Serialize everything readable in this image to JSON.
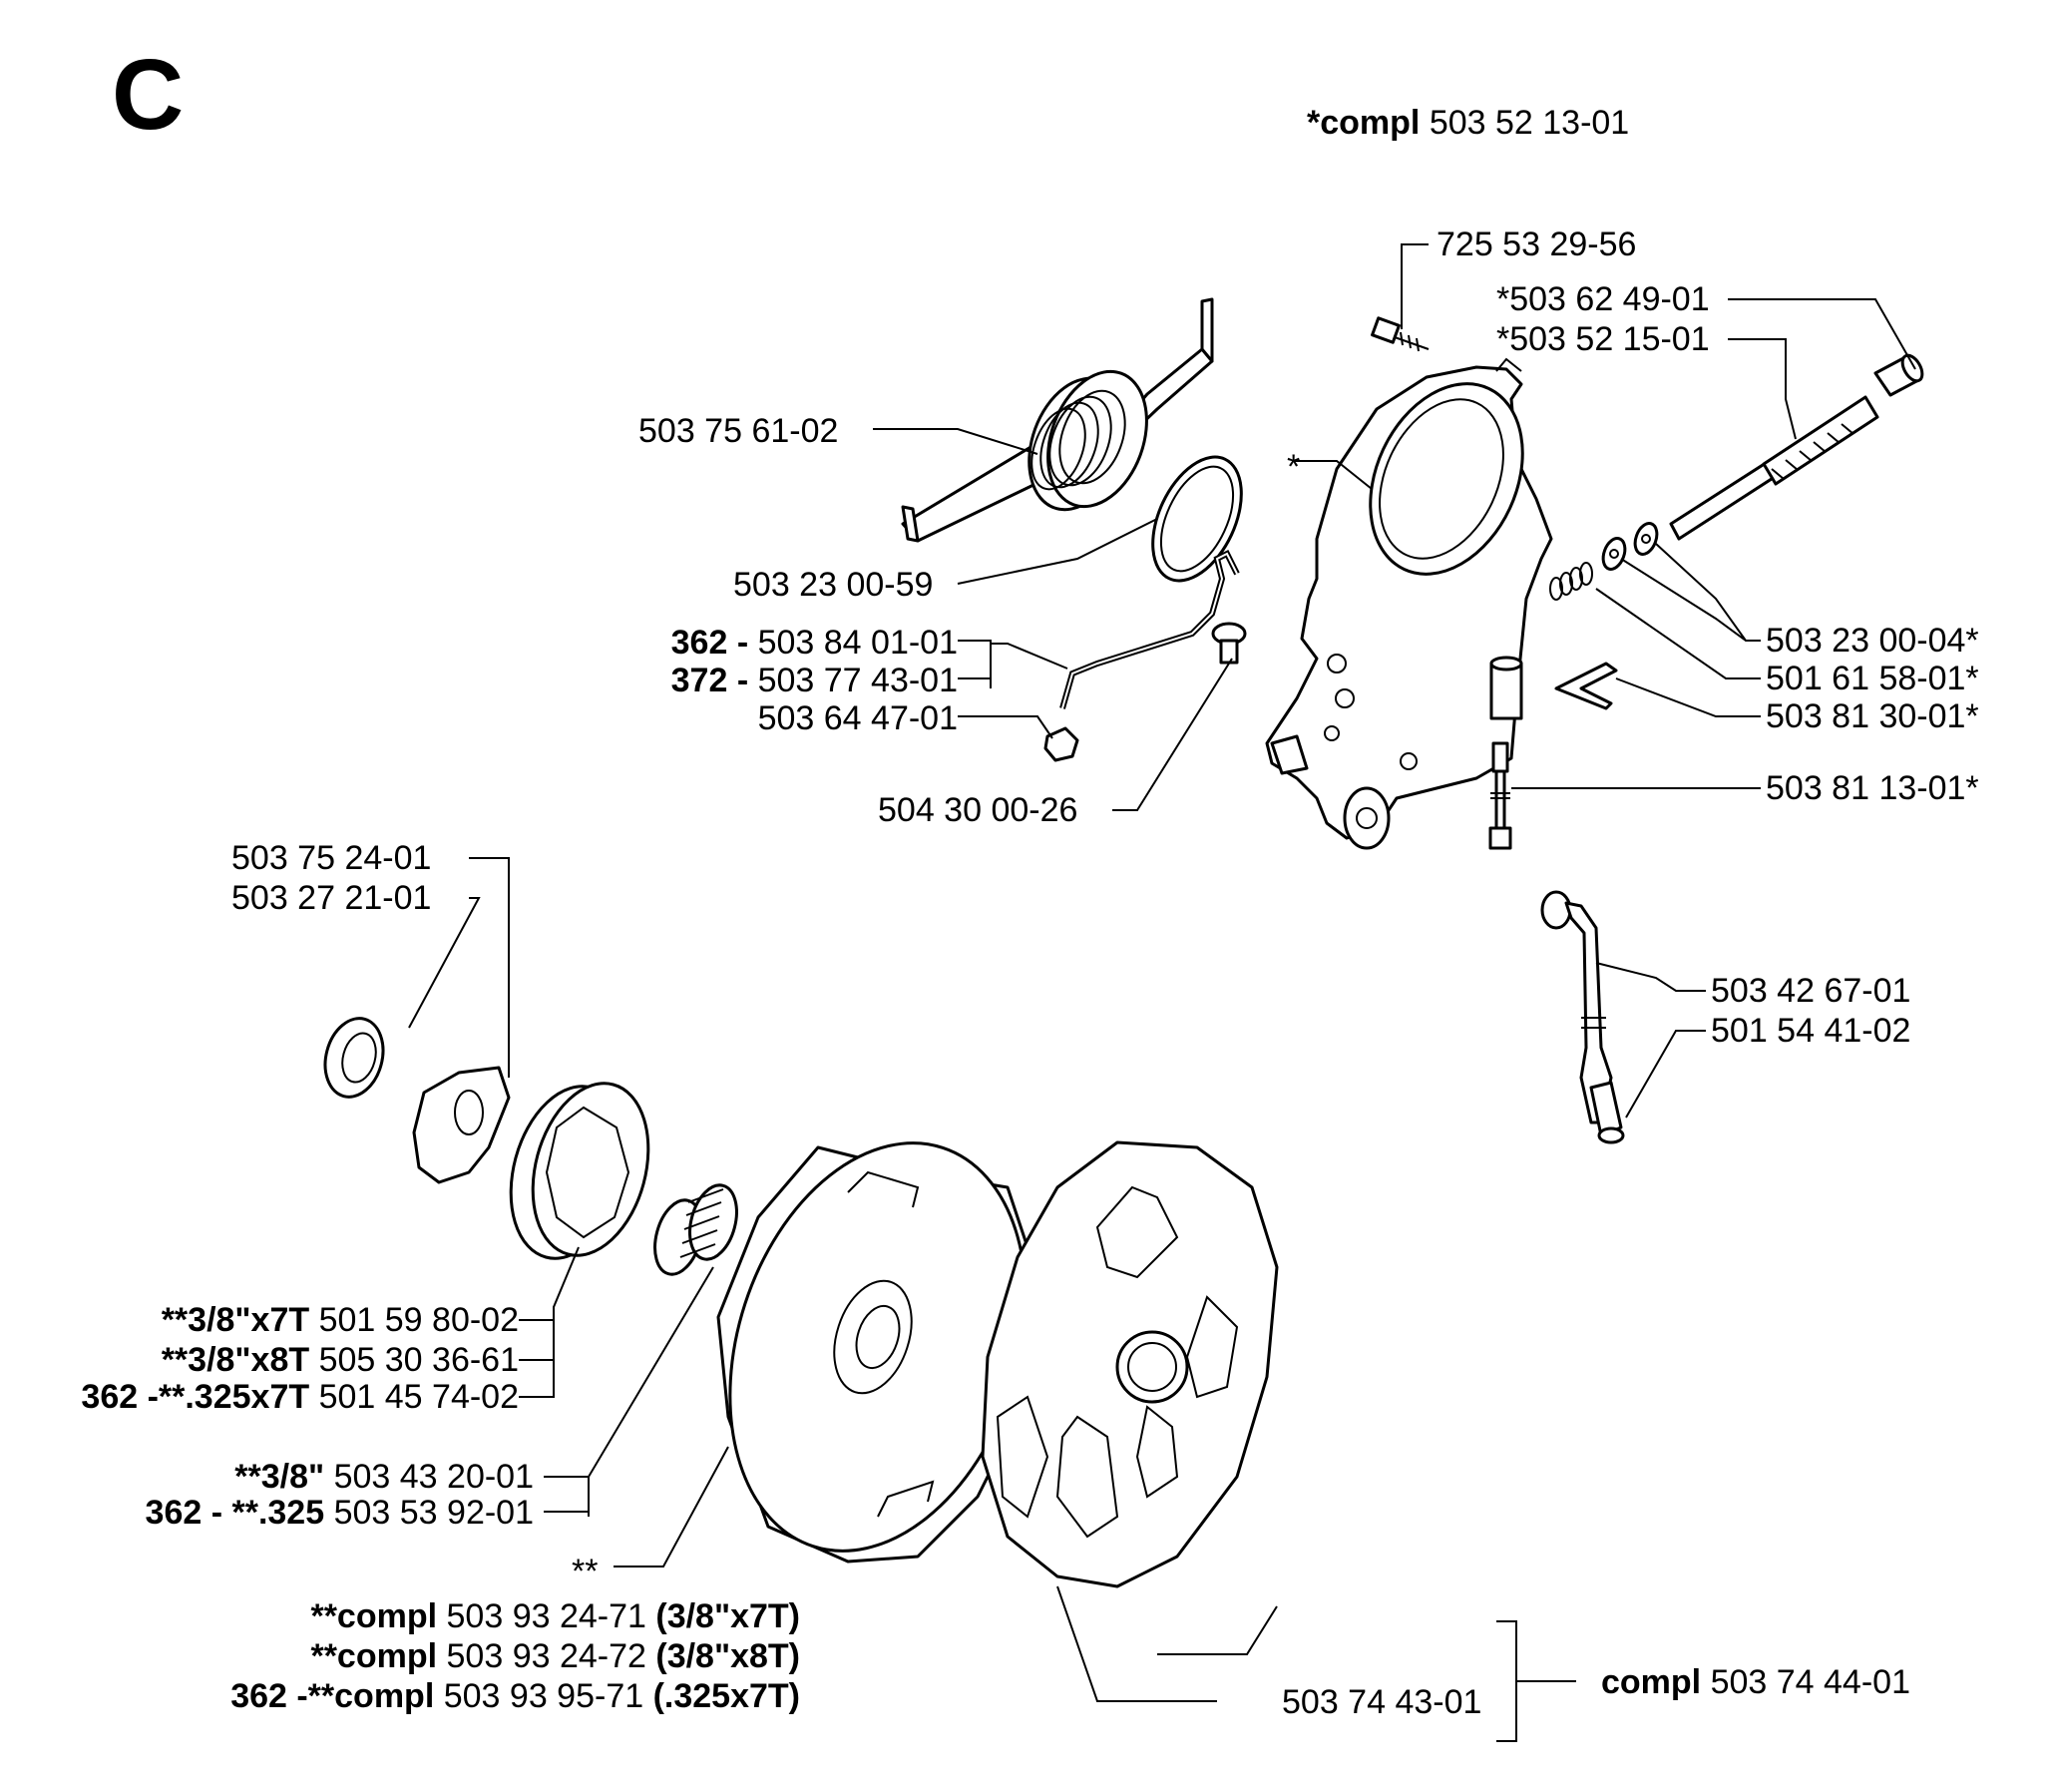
{
  "section": "C",
  "header": {
    "prefix": "*compl",
    "number": "503 52 13-01"
  },
  "labels": {
    "p_725_53_29_56": "725 53 29-56",
    "p_503_62_49_01": "*503 62 49-01",
    "p_503_52_15_01": "*503 52 15-01",
    "p_503_75_61_02": "503 75 61-02",
    "star": "*",
    "p_503_23_00_59": "503 23 00-59",
    "p_503_84_01_01": {
      "prefix": "362 -",
      "number": "503 84 01-01"
    },
    "p_503_77_43_01": {
      "prefix": "372 -",
      "number": "503 77 43-01"
    },
    "p_503_64_47_01": "503 64 47-01",
    "p_503_23_00_04": "503 23 00-04*",
    "p_501_61_58_01": "501 61 58-01*",
    "p_503_81_30_01": "503 81 30-01*",
    "p_503_81_13_01": "503 81 13-01*",
    "p_504_30_00_26": "504 30 00-26",
    "p_503_75_24_01": "503 75 24-01",
    "p_503_27_21_01": "503 27 21-01",
    "p_503_42_67_01": "503 42 67-01",
    "p_501_54_41_02": "501 54 41-02",
    "p_501_59_80_02": {
      "prefix": "**3/8\"x7T",
      "number": "501 59 80-02"
    },
    "p_505_30_36_61": {
      "prefix": "**3/8\"x8T",
      "number": "505 30 36-61"
    },
    "p_501_45_74_02": {
      "prefix": "362 -**.325x7T",
      "number": "501 45 74-02"
    },
    "p_503_43_20_01": {
      "prefix": "**3/8\"",
      "number": "503 43 20-01"
    },
    "p_503_53_92_01": {
      "prefix": "362 - **.325",
      "number": "503 53 92-01"
    },
    "double_star": "**",
    "compl_71": {
      "prefix": "**compl",
      "number": "503 93 24-71",
      "suffix": "(3/8\"x7T)"
    },
    "compl_72": {
      "prefix": "**compl",
      "number": "503 93 24-72",
      "suffix": "(3/8\"x8T)"
    },
    "compl_95": {
      "prefix": "362 -**compl",
      "number": "503 93 95-71",
      "suffix": "(.325x7T)"
    },
    "p_503_74_43_01": "503 74 43-01",
    "compl_clutch": {
      "prefix": "compl",
      "number": "503 74 44-01"
    }
  }
}
